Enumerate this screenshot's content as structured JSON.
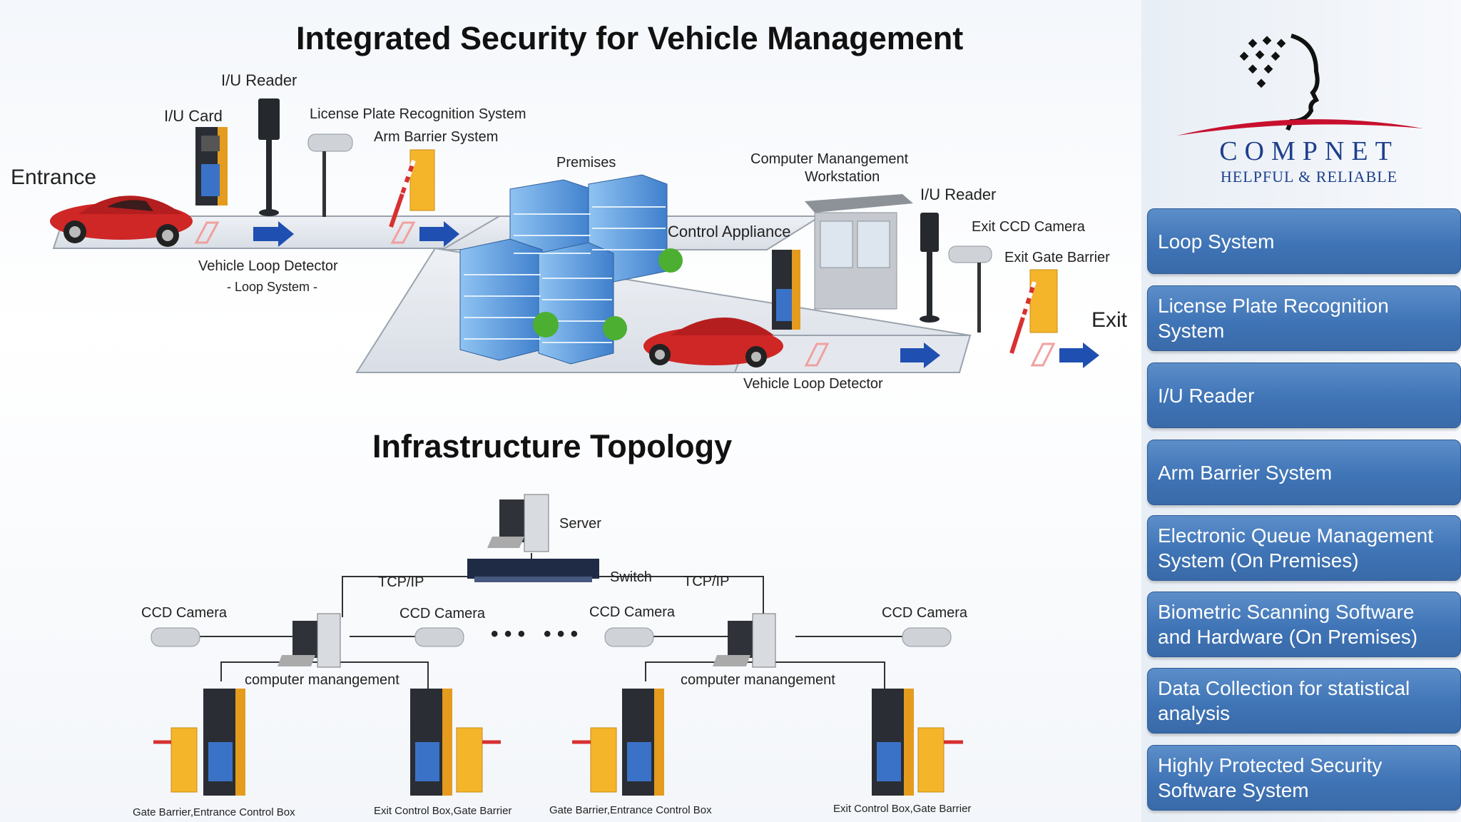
{
  "title_main": "Integrated Security for Vehicle Management",
  "title_topology": "Infrastructure Topology",
  "flow_labels": {
    "entrance": "Entrance",
    "exit": "Exit",
    "iu_card": "I/U Card",
    "iu_reader_1": "I/U Reader",
    "lpr_system": "License Plate Recognition System",
    "arm_barrier": "Arm Barrier System",
    "premises": "Premises",
    "workstation_line1": "Computer Manangement",
    "workstation_line2": "Workstation",
    "iu_reader_2": "I/U Reader",
    "control_appliance": "Control  Appliance",
    "exit_ccd": "Exit CCD Camera",
    "exit_gate": "Exit Gate Barrier",
    "loop_detector_1": "Vehicle Loop Detector",
    "loop_system": "- Loop System -",
    "loop_detector_2": "Vehicle Loop Detector"
  },
  "topology_labels": {
    "server": "Server",
    "switch": "Switch",
    "tcpip_left": "TCP/IP",
    "tcpip_right": "TCP/IP",
    "ccd_1": "CCD Camera",
    "ccd_2": "CCD Camera",
    "ccd_3": "CCD Camera",
    "ccd_4": "CCD Camera",
    "cm_left": "computer manangement",
    "cm_right": "computer manangement",
    "box_1": "Gate Barrier,Entrance Control Box",
    "box_2": "Exit Control Box,Gate Barrier",
    "box_3": "Gate Barrier,Entrance Control Box",
    "box_4": "Exit Control Box,Gate Barrier",
    "dots_left": "• • •",
    "dots_right": "• • •"
  },
  "logo": {
    "name": "COMPNET",
    "tagline": "HELPFUL & RELIABLE"
  },
  "menu": [
    {
      "label": "Loop System"
    },
    {
      "label": "License Plate Recognition System"
    },
    {
      "label": "I/U Reader"
    },
    {
      "label": "Arm Barrier System"
    },
    {
      "label": "Electronic Queue Management System (On Premises)"
    },
    {
      "label": "Biometric Scanning Software and Hardware (On Premises)"
    },
    {
      "label": "Data Collection for statistical analysis"
    },
    {
      "label": "Highly Protected Security Software System"
    }
  ],
  "colors": {
    "menu_blue": "#3f74b6",
    "car_red": "#d62a2a",
    "building_blue": "#5aa0e6",
    "barrier_yellow": "#f5b52a",
    "arrow_blue": "#1f4fb0",
    "logo_navy": "#1e3f8c",
    "logo_red": "#c8102e"
  }
}
